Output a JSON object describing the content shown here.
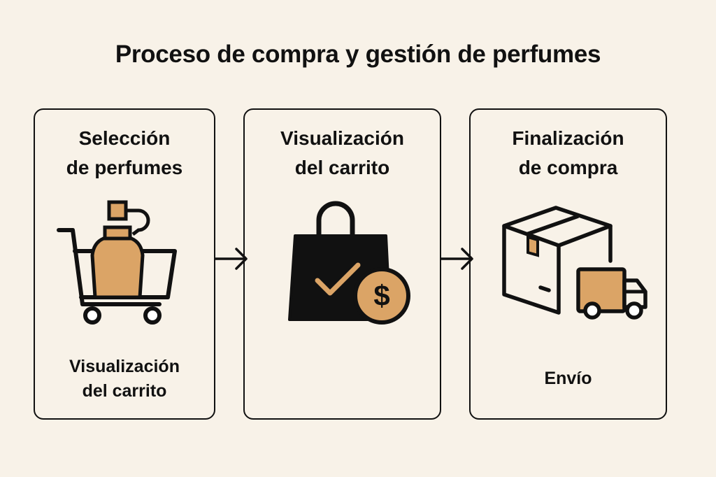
{
  "title": "Proceso de compra y gestión de perfumes",
  "steps": [
    {
      "heading_line1": "Selección",
      "heading_line2": "de perfumes",
      "caption_line1": "Visualización",
      "caption_line2": "del carrito",
      "icon": "cart-perfume-icon"
    },
    {
      "heading_line1": "Visualización",
      "heading_line2": "del carrito",
      "icon": "shopping-bag-check-dollar-icon"
    },
    {
      "heading_line1": "Finalización",
      "heading_line2": "de compra",
      "caption_line1": "Envío",
      "icon": "box-truck-icon"
    }
  ],
  "colors": {
    "background": "#f8f2e8",
    "accent": "#dba466",
    "ink": "#111111"
  }
}
